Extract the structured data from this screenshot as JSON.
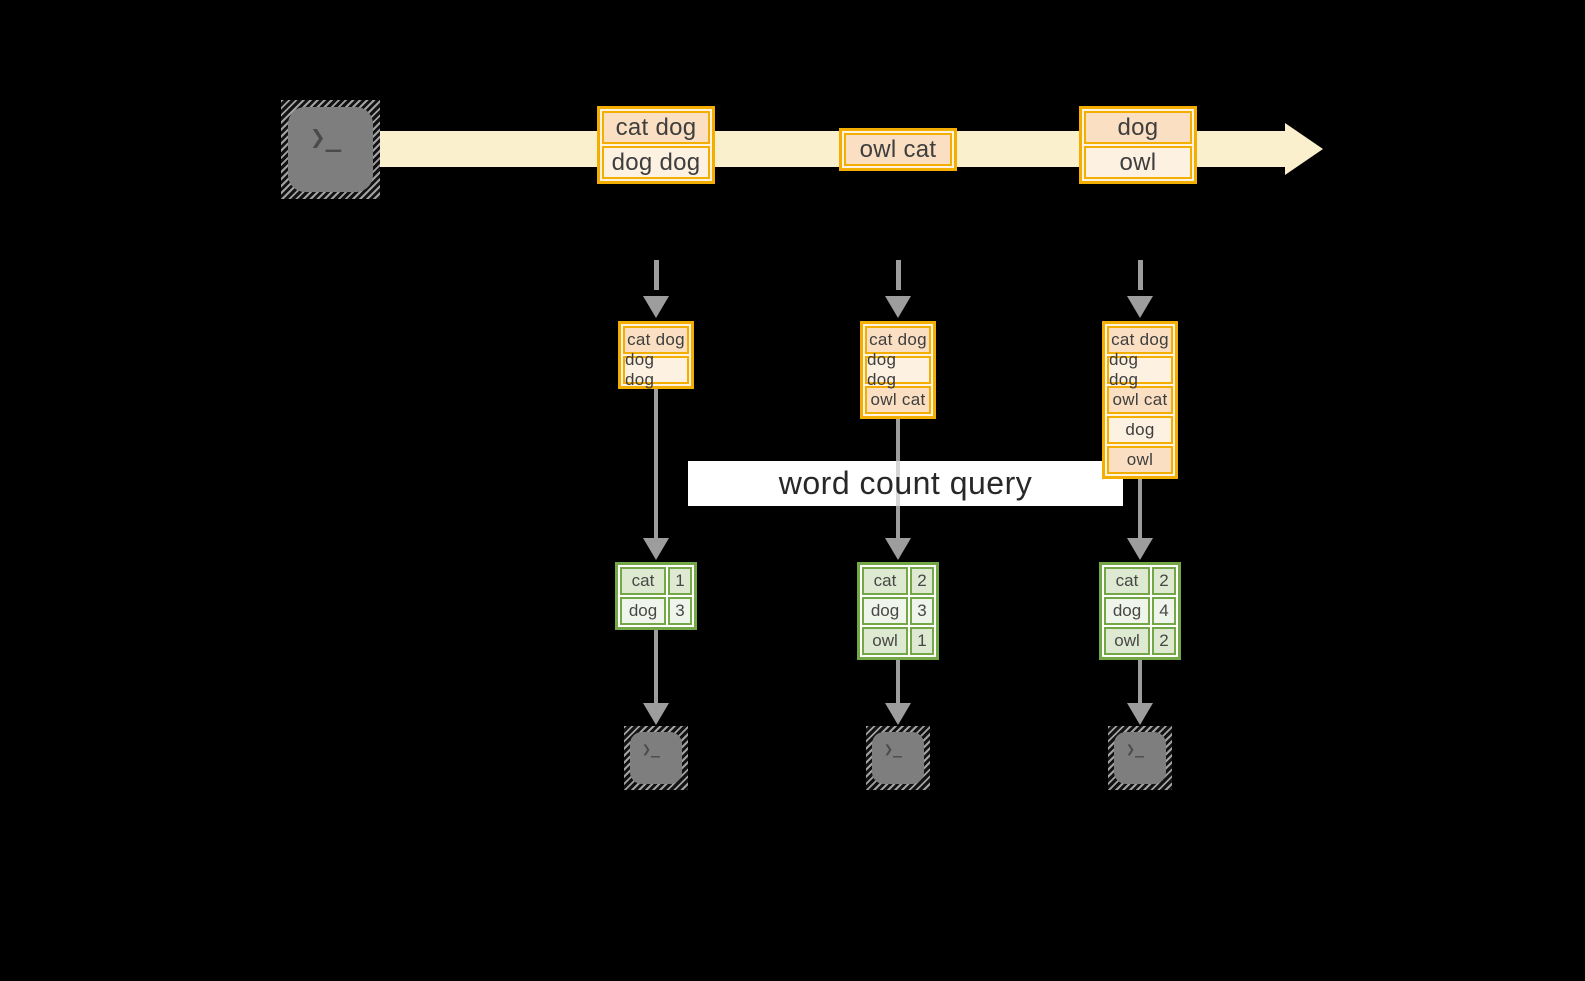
{
  "query_label": "word count query",
  "stream_events": [
    {
      "rows": [
        "cat dog",
        "dog dog"
      ]
    },
    {
      "rows": [
        "owl cat"
      ]
    },
    {
      "rows": [
        "dog",
        "owl"
      ]
    }
  ],
  "state_buffers": [
    {
      "rows": [
        "cat dog",
        "dog dog"
      ]
    },
    {
      "rows": [
        "cat dog",
        "dog dog",
        "owl cat"
      ]
    },
    {
      "rows": [
        "cat dog",
        "dog dog",
        "owl cat",
        "dog",
        "owl"
      ]
    }
  ],
  "count_tables": [
    {
      "rows": [
        [
          "cat",
          "1"
        ],
        [
          "dog",
          "3"
        ]
      ]
    },
    {
      "rows": [
        [
          "cat",
          "2"
        ],
        [
          "dog",
          "3"
        ],
        [
          "owl",
          "1"
        ]
      ]
    },
    {
      "rows": [
        [
          "cat",
          "2"
        ],
        [
          "dog",
          "4"
        ],
        [
          "owl",
          "2"
        ]
      ]
    }
  ],
  "icons": {
    "source_terminal": "terminal-icon",
    "sink_terminals": [
      "terminal-icon",
      "terminal-icon",
      "terminal-icon"
    ],
    "terminal_glyph": "❯_"
  },
  "colors": {
    "amber": "#f4ae00",
    "peach_dark": "#fadfc2",
    "peach_light": "#fdf2e2",
    "gap_cream": "#fdf3e0",
    "stream_band": "#faf0cd",
    "green": "#74a847",
    "green_row_dark": "#dde9d0",
    "green_row_light": "#f0f5eb",
    "arrow_gray": "#9d9d9d",
    "terminal_gray": "#7e7e7e",
    "text": "#3e3e3e"
  }
}
